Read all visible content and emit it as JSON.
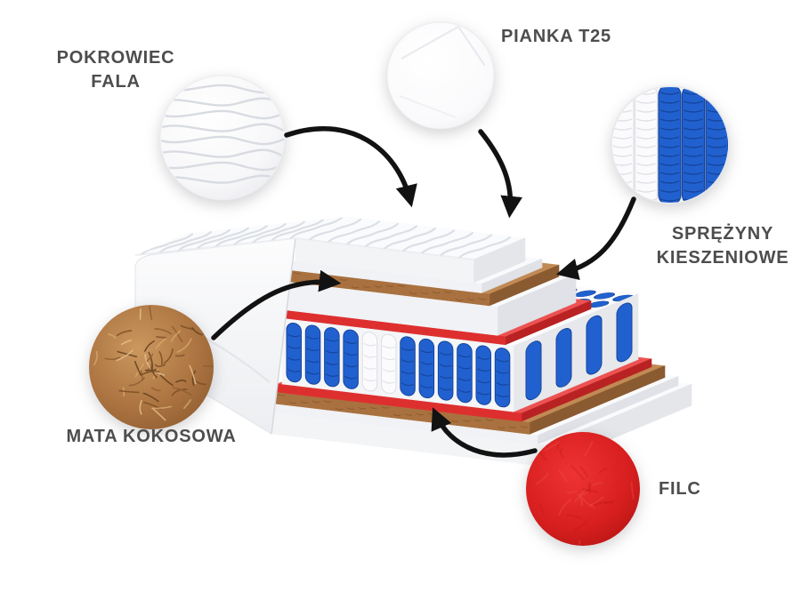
{
  "callouts": {
    "cover": {
      "line1": "POKROWIEC",
      "line2": "FALA"
    },
    "foam": {
      "label": "PIANKA T25"
    },
    "springs": {
      "line1": "SPRĘŻYNY",
      "line2": "KIESZENIOWE"
    },
    "coconut": {
      "label": "MATA KOKOSOWA"
    },
    "felt": {
      "label": "FILC"
    }
  },
  "layers_top_to_bottom": [
    "pokrowiec fala",
    "pianka",
    "mata kokosowa",
    "pianka t25",
    "filc",
    "sprężyny kieszeniowe",
    "filc",
    "mata kokosowa",
    "pianka",
    "pokrowiec"
  ],
  "colors": {
    "background": "#ffffff",
    "text": "#4d4d4d",
    "arrow": "#121212",
    "spring_blue": "#2161cf",
    "spring_blue_dark": "#16449c",
    "felt_red": "#de2f2f",
    "coconut_brown": "#a9713f",
    "materials": {
      "cover": {
        "front": "#f3f4f6",
        "top": "#fafbfc",
        "side": "#e4e6ea"
      },
      "foam": {
        "front": "#f1f2f5",
        "top": "#f9fafb",
        "side": "#e0e2e7"
      },
      "coconut": {
        "front": "#a9713f",
        "top": "#c18a55",
        "side": "#8a5a30"
      },
      "felt": {
        "front": "#de2f2f",
        "top": "#ec5252",
        "side": "#b92222"
      },
      "case": {
        "front": "#f4f5f7",
        "top": "#fbfbfd",
        "side": "#e7e8ec"
      }
    }
  }
}
